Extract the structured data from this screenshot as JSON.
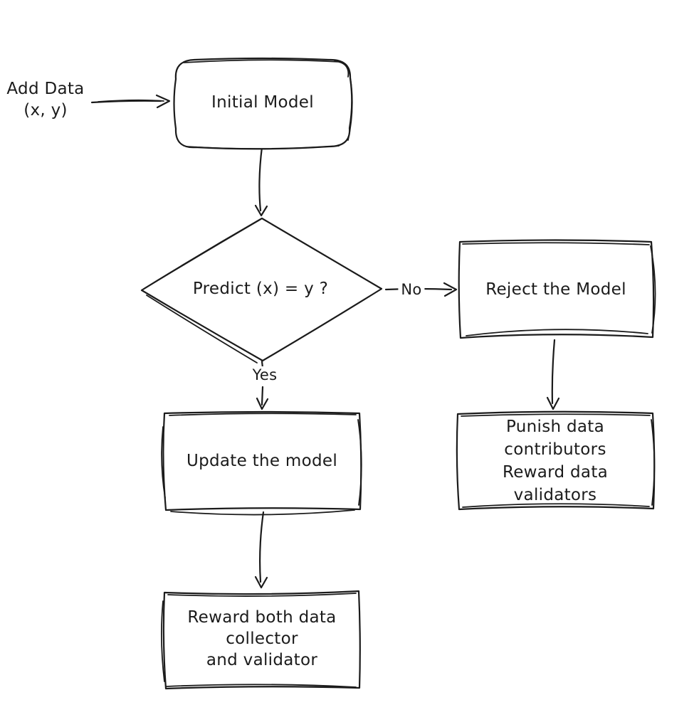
{
  "diagram": {
    "type": "flowchart",
    "background_color": "#ffffff",
    "stroke_color": "#1b1b1b",
    "style": "hand-drawn",
    "nodes": {
      "add_data": {
        "shape": "free-label",
        "lines": [
          "Add Data",
          "(x, y)"
        ]
      },
      "initial_model": {
        "shape": "rounded-rectangle",
        "lines": [
          "Initial Model"
        ]
      },
      "predict": {
        "shape": "diamond",
        "lines": [
          "Predict (x) = y ?"
        ]
      },
      "reject_model": {
        "shape": "rectangle",
        "lines": [
          "Reject the Model"
        ]
      },
      "punish_reward": {
        "shape": "rectangle",
        "lines": [
          "Punish data",
          "contributors",
          "Reward data",
          "validators"
        ]
      },
      "update_model": {
        "shape": "rectangle",
        "lines": [
          "Update the model"
        ]
      },
      "reward_both": {
        "shape": "rectangle",
        "lines": [
          "Reward both data",
          "collector",
          "and validator"
        ]
      }
    },
    "edge_labels": {
      "no": "No",
      "yes": "Yes"
    },
    "edges": [
      {
        "from": "add_data",
        "to": "initial_model",
        "label": ""
      },
      {
        "from": "initial_model",
        "to": "predict",
        "label": ""
      },
      {
        "from": "predict",
        "to": "reject_model",
        "label": "No"
      },
      {
        "from": "predict",
        "to": "update_model",
        "label": "Yes"
      },
      {
        "from": "reject_model",
        "to": "punish_reward",
        "label": ""
      },
      {
        "from": "update_model",
        "to": "reward_both",
        "label": ""
      }
    ]
  }
}
